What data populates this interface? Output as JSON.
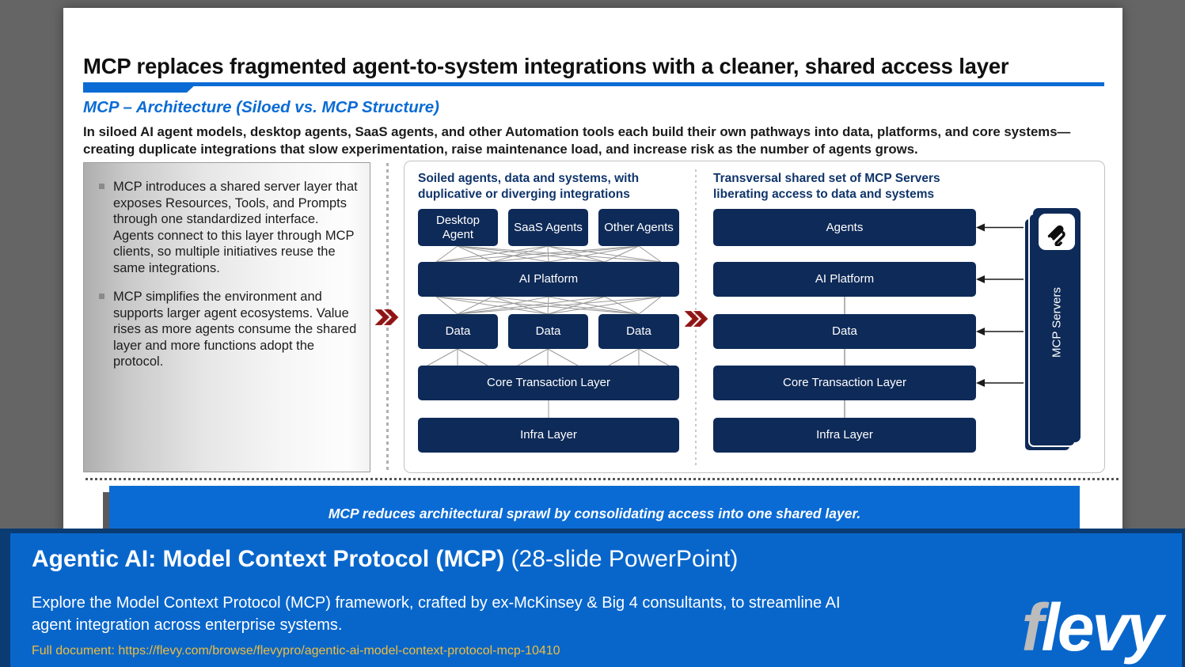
{
  "slide": {
    "title": "MCP replaces fragmented agent-to-system integrations with a cleaner, shared access layer",
    "subtitle": "MCP – Architecture (Siloed vs. MCP Structure)",
    "intro": "In siloed AI agent models, desktop agents, SaaS agents, and other Automation tools each build their own pathways into data, platforms, and core systems—creating duplicate integrations that slow experimentation, raise maintenance load, and increase risk as the number of agents grows.",
    "bullets": [
      "MCP introduces a shared server layer that exposes Resources, Tools, and Prompts through one standardized interface. Agents connect to this layer through MCP clients, so multiple initiatives reuse the same integrations.",
      "MCP simplifies the environment and supports larger agent ecosystems. Value rises as more agents consume the shared layer and more functions adopt the protocol."
    ],
    "siloed": {
      "heading": "Soiled agents, data and systems, with duplicative or diverging integrations",
      "agents": [
        "Desktop Agent",
        "SaaS Agents",
        "Other Agents"
      ],
      "platform": "AI Platform",
      "data": [
        "Data",
        "Data",
        "Data"
      ],
      "core": "Core Transaction Layer",
      "infra": "Infra Layer"
    },
    "mcp": {
      "heading": "Transversal shared set of MCP Servers liberating access to data and systems",
      "agents": "Agents",
      "platform": "AI Platform",
      "data": "Data",
      "core": "Core Transaction Layer",
      "infra": "Infra Layer",
      "server_label": "MCP Servers"
    },
    "takeaway": "MCP reduces architectural sprawl by consolidating access into one shared layer."
  },
  "footer": {
    "title": "Agentic AI: Model Context Protocol (MCP)",
    "title_suffix": " (28-slide PowerPoint)",
    "description": "Explore the Model Context Protocol (MCP) framework, crafted by ex-McKinsey & Big 4 consultants, to streamline AI agent integration across enterprise systems.",
    "link_prefix": "Full document: ",
    "link_url": "https://flevy.com/browse/flevypro/agentic-ai-model-context-protocol-mcp-10410",
    "logo_f": "f",
    "logo_rest": "levy"
  },
  "colors": {
    "accent_blue": "#0b6bd4",
    "box_navy": "#0e2a58",
    "heading_navy": "#10356b",
    "footer_blue": "#0866cb",
    "footer_frame_navy": "#0a3b72",
    "link_gold": "#eebd3e",
    "chevron_red": "#8e1515",
    "background_gray": "#656565",
    "connector_gray": "#9a9a9a"
  }
}
